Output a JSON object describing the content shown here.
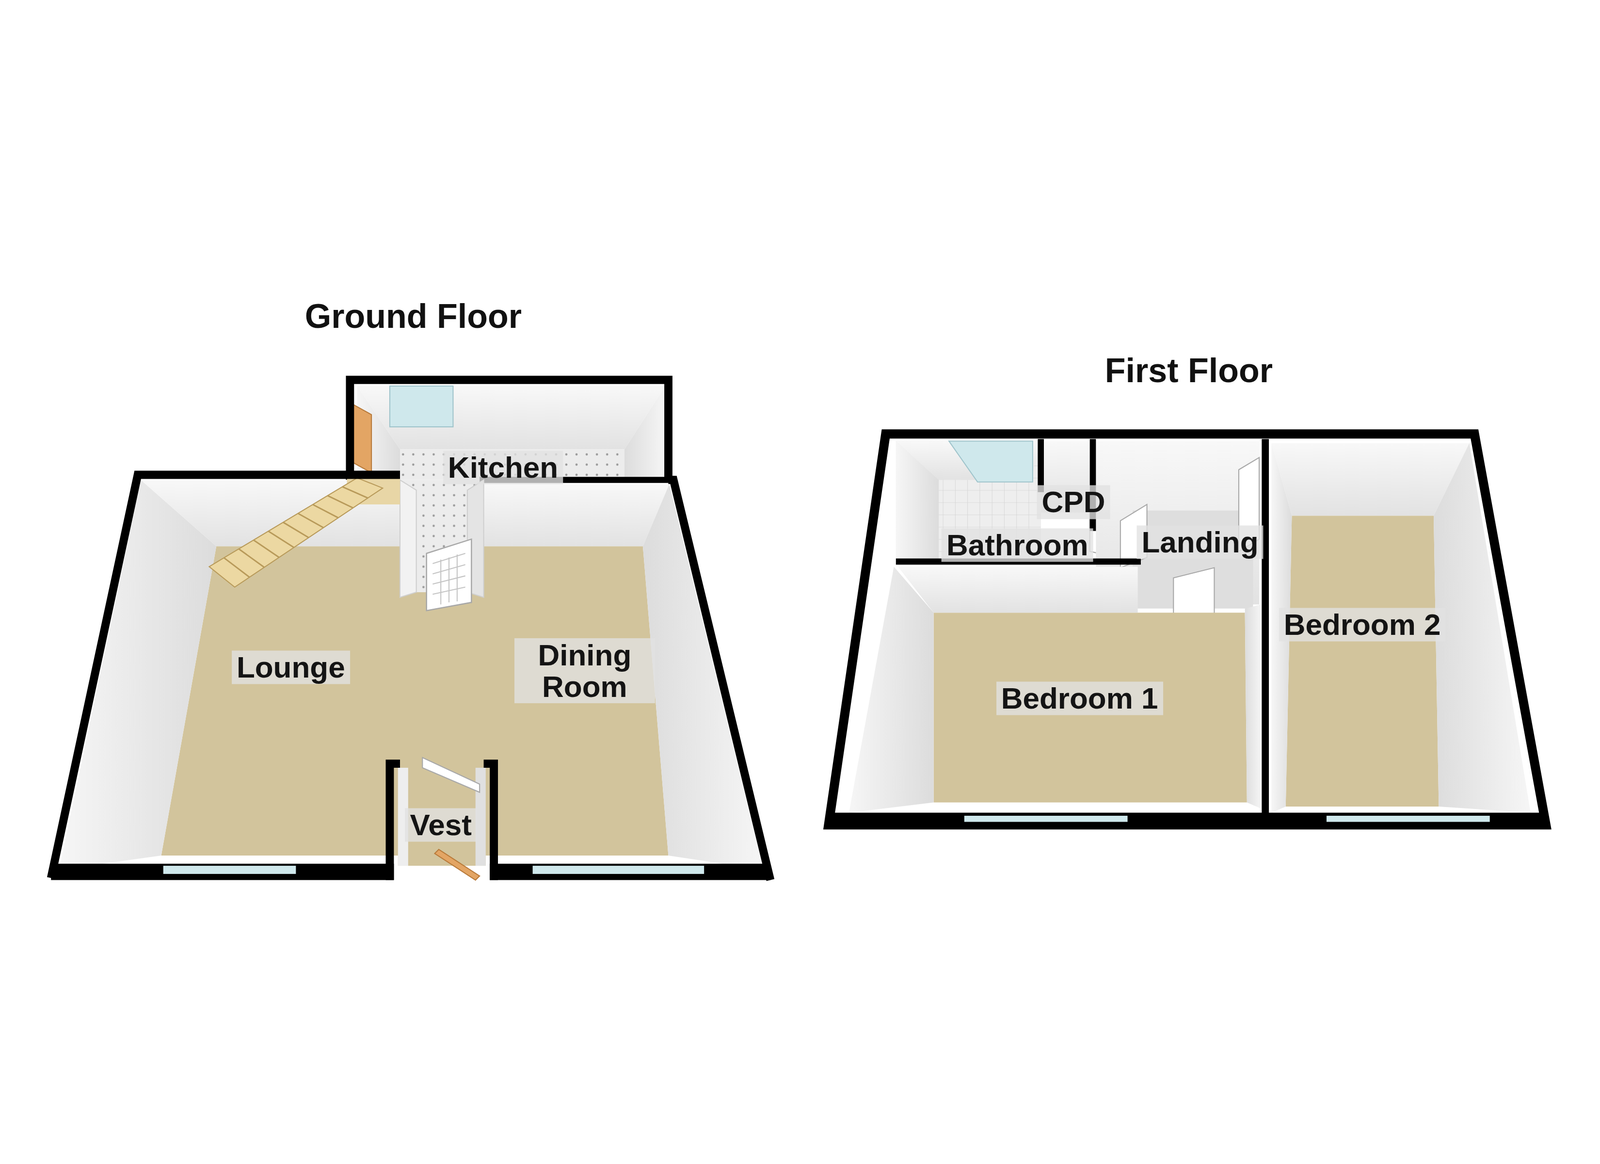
{
  "diagram": {
    "nodes": [
      {
        "text": [
          "Ground Floor"
        ]
      },
      {
        "text": [
          "Kitchen"
        ],
        "in": 0
      },
      {
        "text": [
          "Lounge"
        ],
        "in": 0
      },
      {
        "text": [
          "Dining Room"
        ],
        "in": 0
      },
      {
        "text": [
          "Vest"
        ],
        "in": 0
      },
      {
        "text": [
          "First Floor"
        ]
      },
      {
        "text": [
          "CPD"
        ],
        "in": 5
      },
      {
        "text": [
          "Bathroom"
        ],
        "in": 5
      },
      {
        "text": [
          "Landing"
        ],
        "in": 5
      },
      {
        "text": [
          "Bedroom 1"
        ],
        "in": 5
      },
      {
        "text": [
          "Bedroom 2"
        ],
        "in": 5
      }
    ]
  }
}
